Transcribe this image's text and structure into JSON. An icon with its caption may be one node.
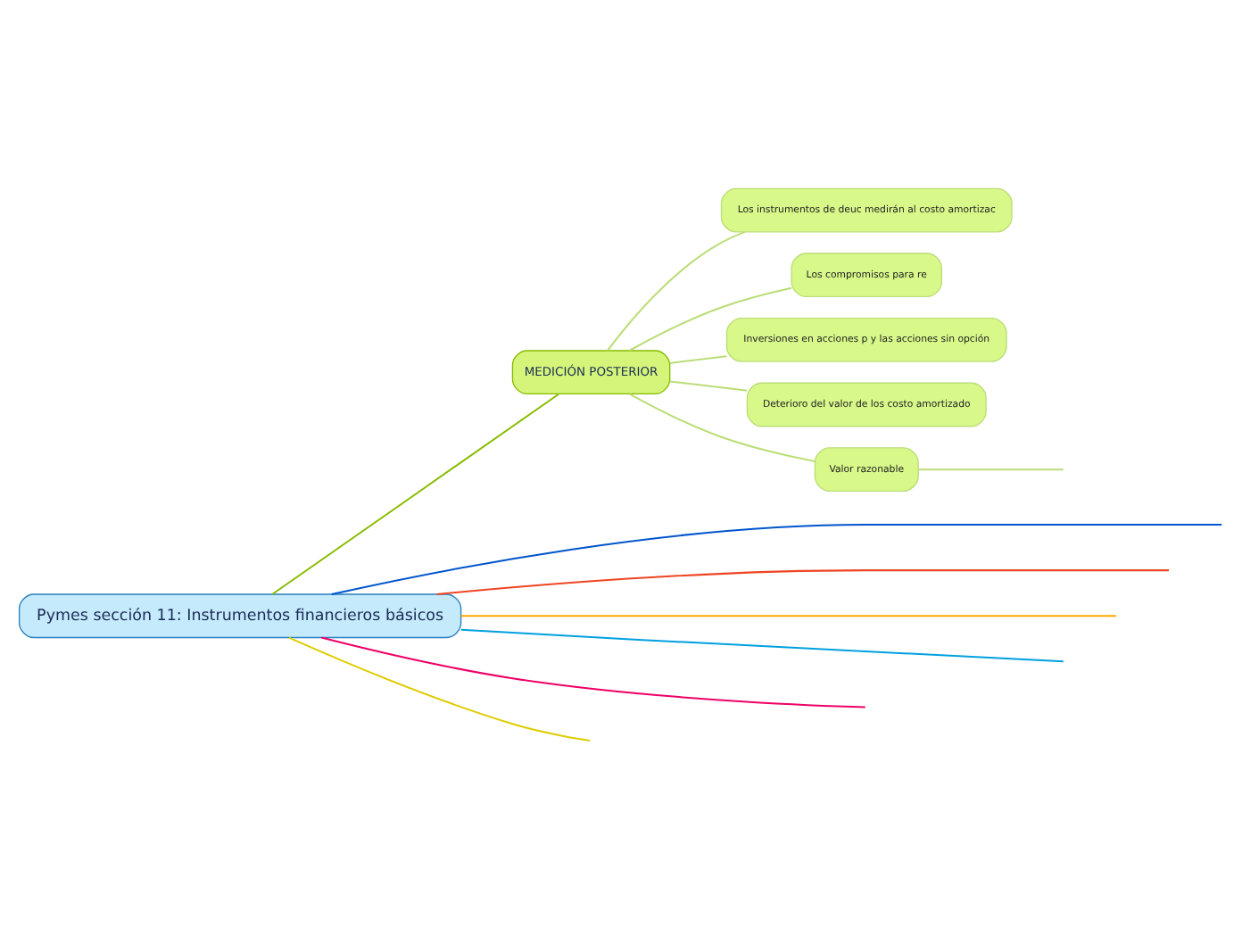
{
  "diagram": {
    "nodes": [
      {
        "text": [
          "Pymes sección 11: Instrumentos financieros básicos"
        ]
      },
      {
        "text": [
          "MEDICIÓN POSTERIOR"
        ]
      },
      {
        "text": [
          "Los instrumentos de deuc medirán al costo amortizac"
        ]
      },
      {
        "text": [
          "Los compromisos para re"
        ]
      },
      {
        "text": [
          "Inversiones en acciones p y las acciones sin opción"
        ]
      },
      {
        "text": [
          "Deterioro del valor de los costo amortizado"
        ]
      },
      {
        "text": [
          "Valor razonable"
        ]
      }
    ],
    "edges": [
      {
        "from": 0,
        "to": null,
        "arrow": "none",
        "color": "#0055cc"
      },
      {
        "from": 0,
        "to": null,
        "arrow": "none",
        "color": "#ee4422"
      },
      {
        "from": 0,
        "to": null,
        "arrow": "none",
        "color": "#ffaa00"
      },
      {
        "from": 0,
        "to": null,
        "arrow": "none",
        "color": "#00a0e0"
      },
      {
        "from": 0,
        "to": 1,
        "arrow": "none",
        "color": "#88bb00"
      },
      {
        "from": 1,
        "to": 2,
        "arrow": "none",
        "color": "#bbdd77"
      },
      {
        "from": 1,
        "to": 3,
        "arrow": "none",
        "color": "#bbdd77"
      },
      {
        "from": 1,
        "to": 4,
        "arrow": "none",
        "color": "#bbdd77"
      },
      {
        "from": 1,
        "to": 5,
        "arrow": "none",
        "color": "#bbdd77"
      },
      {
        "from": 1,
        "to": 6,
        "arrow": "none",
        "color": "#bbdd77"
      },
      {
        "from": 6,
        "to": null,
        "arrow": "none",
        "color": "#bbdd77"
      },
      {
        "from": 0,
        "to": null,
        "arrow": "none",
        "color": "#ee0066"
      },
      {
        "from": 0,
        "to": null,
        "arrow": "none",
        "color": "#ddcc00"
      }
    ]
  }
}
